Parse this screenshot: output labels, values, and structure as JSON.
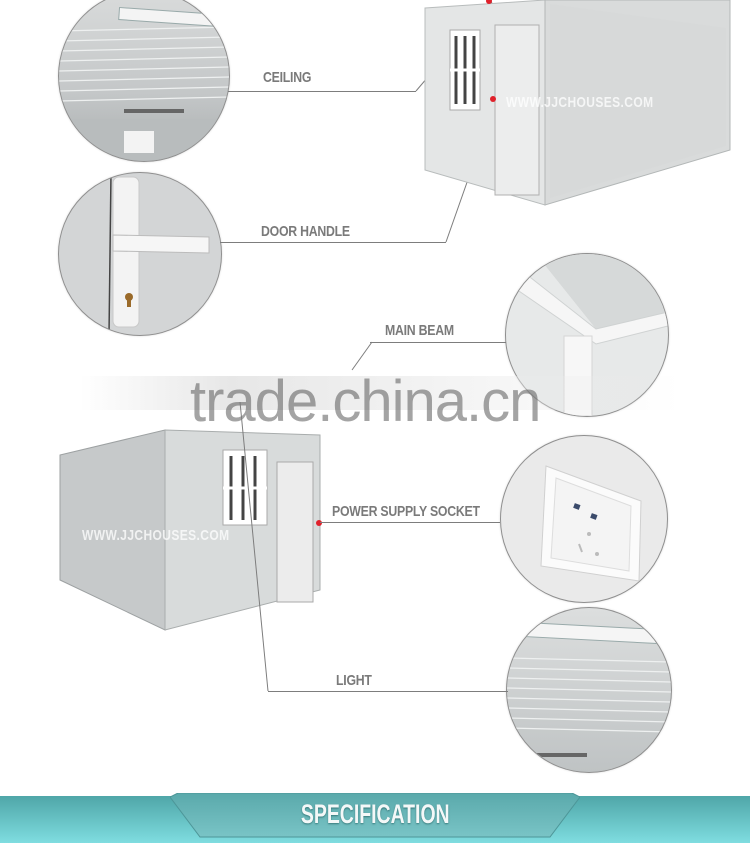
{
  "callouts": {
    "ceiling": "CEILING",
    "door_handle": "DOOR HANDLE",
    "main_beam": "MAIN BEAM",
    "power_supply_socket": "POWER SUPPLY SOCKET",
    "light": "LIGHT"
  },
  "watermarks": {
    "site_top": "WWW.JJCHOUSES.COM",
    "site_bottom": "WWW.JJCHOUSES.COM",
    "overlay": "trade.china.cn"
  },
  "footer": {
    "title": "SPECIFICATION"
  },
  "colors": {
    "label_gray": "#7a7a7a",
    "leader_line": "#7d7d7d",
    "marker_red": "#e0212b",
    "banner_teal_top": "#4fa6a8",
    "banner_teal_bottom": "#7fdde0"
  }
}
